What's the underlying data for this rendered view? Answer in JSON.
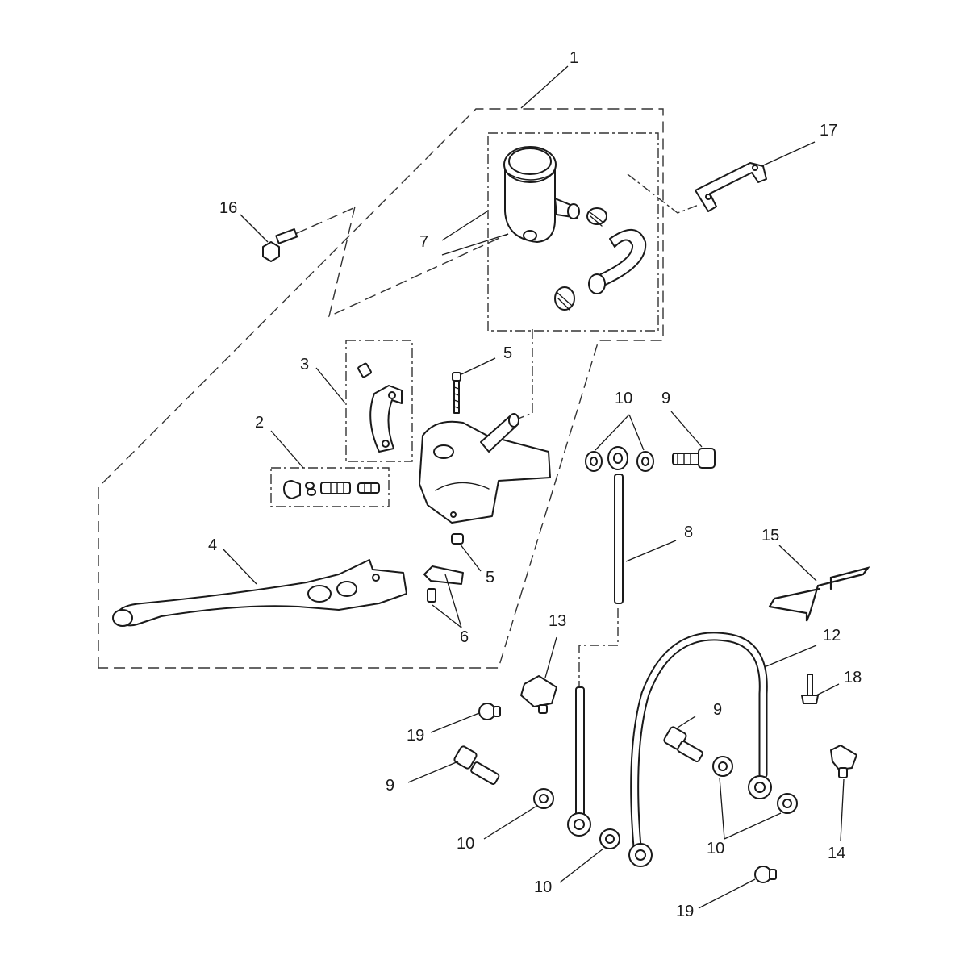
{
  "diagram": {
    "callouts": [
      {
        "id": "c1",
        "label": "1"
      },
      {
        "id": "c2",
        "label": "2"
      },
      {
        "id": "c3",
        "label": "3"
      },
      {
        "id": "c4",
        "label": "4"
      },
      {
        "id": "c5a",
        "label": "5"
      },
      {
        "id": "c5b",
        "label": "5"
      },
      {
        "id": "c6",
        "label": "6"
      },
      {
        "id": "c7",
        "label": "7"
      },
      {
        "id": "c8",
        "label": "8"
      },
      {
        "id": "c9a",
        "label": "9"
      },
      {
        "id": "c9b",
        "label": "9"
      },
      {
        "id": "c9c",
        "label": "9"
      },
      {
        "id": "c10a",
        "label": "10"
      },
      {
        "id": "c10b",
        "label": "10"
      },
      {
        "id": "c10c",
        "label": "10"
      },
      {
        "id": "c10d",
        "label": "10"
      },
      {
        "id": "c12",
        "label": "12"
      },
      {
        "id": "c13",
        "label": "13"
      },
      {
        "id": "c14",
        "label": "14"
      },
      {
        "id": "c15",
        "label": "15"
      },
      {
        "id": "c16",
        "label": "16"
      },
      {
        "id": "c17",
        "label": "17"
      },
      {
        "id": "c18",
        "label": "18"
      },
      {
        "id": "c19a",
        "label": "19"
      },
      {
        "id": "c19b",
        "label": "19"
      }
    ]
  }
}
